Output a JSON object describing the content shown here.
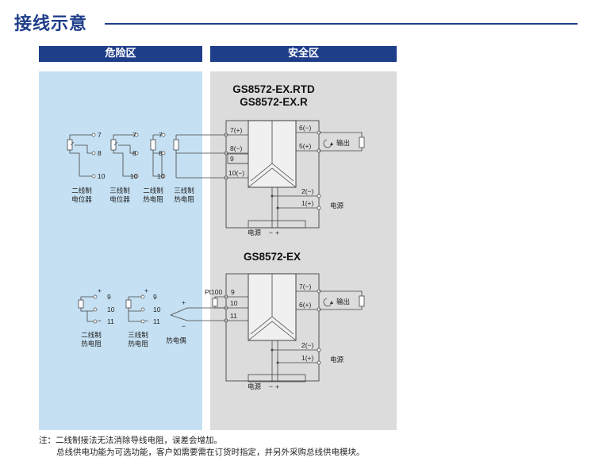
{
  "page": {
    "title": "接线示意"
  },
  "zones": {
    "hazardous": "危险区",
    "safe": "安全区"
  },
  "model_top": {
    "line1": "GS8572-EX.RTD",
    "line2": "GS8572-EX.R"
  },
  "model_bottom": {
    "line1": "GS8572-EX"
  },
  "top_terminals": {
    "in_7": "7(+)",
    "in_8": "8(−)",
    "in_9": "9",
    "in_10": "10(−)",
    "out_6": "6(−)",
    "out_5": "5(+)",
    "pw_2": "2(−)",
    "pw_1": "1(+)"
  },
  "bottom_terminals": {
    "pt100": "Pt100",
    "in_9": "9",
    "in_10": "10",
    "in_11": "11",
    "out_7": "7(−)",
    "out_6": "6(+)",
    "pw_2": "2(−)",
    "pw_1": "1(+)"
  },
  "labels": {
    "output": "输出",
    "power": "电源",
    "power_bottom": "电源",
    "minus": "−",
    "plus": "+",
    "pot2_l1": "二线制",
    "pot2_l2": "电位器",
    "pot3_l1": "三线制",
    "pot3_l2": "电位器",
    "rtd2_l1": "二线制",
    "rtd2_l2": "热电阻",
    "rtd3_l1": "三线制",
    "rtd3_l2": "热电阻",
    "b_rtd2_l1": "二线制",
    "b_rtd2_l2": "热电阻",
    "b_rtd3_l1": "三线制",
    "b_rtd3_l2": "热电阻",
    "tc": "热电偶"
  },
  "sensor_terminals": {
    "t7": "7",
    "t8": "8",
    "t10": "10",
    "t9": "9",
    "t11": "11"
  },
  "notes": {
    "line1": "注：二线制接法无法消除导线电阻，误差会增加。",
    "line2": "总线供电功能为可选功能，客户如需要需在订货时指定，并另外采购总线供电模块。"
  }
}
